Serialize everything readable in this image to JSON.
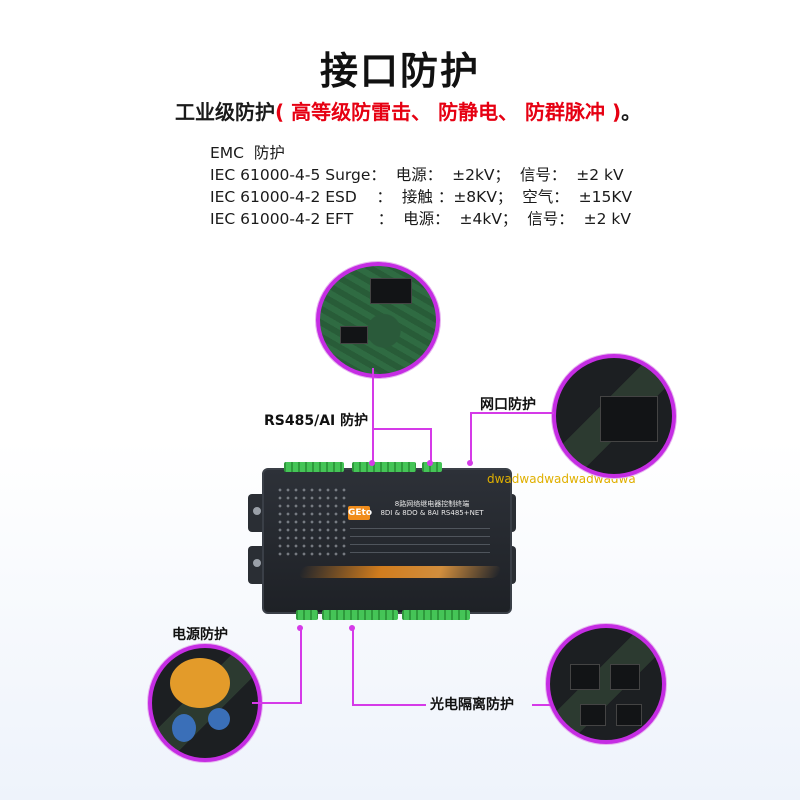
{
  "header": {
    "title": "接口防护",
    "subtitle_prefix": "工业级防护",
    "subtitle_highlight": "( 高等级防雷击、 防静电、 防群脉冲 )",
    "subtitle_suffix": "。"
  },
  "specs": [
    "EMC  防护",
    "IEC 61000-4-5 Surge：  电源：  ±2kV；  信号：  ±2 kV",
    "IEC 61000-4-2 ESD    ：  接触 ：±8KV；  空气：  ±15KV",
    "IEC 61000-4-2 EFT     ：  电源：  ±4kV；  信号：  ±2 kV"
  ],
  "callouts": {
    "rs485": "RS485/AI 防护",
    "ethernet": "网口防护",
    "power": "电源防护",
    "opto": "光电隔离防护"
  },
  "device": {
    "brand": "GEto",
    "line1": "8路网络继电器控制终端",
    "line2": "8DI & 8DO & 8AI  RS485+NET"
  },
  "watermark": "dwadwadwadwadwadwa",
  "colors": {
    "accent": "#d53ae8",
    "highlight": "#e60012",
    "device_stripe": "#f08c1b"
  }
}
